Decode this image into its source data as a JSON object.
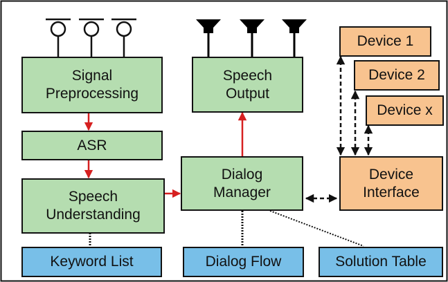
{
  "boxes": {
    "signal_preprocessing": [
      "Signal",
      "Preprocessing"
    ],
    "asr": [
      "ASR"
    ],
    "speech_understanding": [
      "Speech",
      "Understanding"
    ],
    "speech_output": [
      "Speech",
      "Output"
    ],
    "dialog_manager": [
      "Dialog",
      "Manager"
    ],
    "device_1": [
      "Device 1"
    ],
    "device_2": [
      "Device 2"
    ],
    "device_x": [
      "Device x"
    ],
    "device_interface": [
      "Device",
      "Interface"
    ],
    "keyword_list": [
      "Keyword List"
    ],
    "dialog_flow": [
      "Dialog Flow"
    ],
    "solution_table": [
      "Solution Table"
    ]
  },
  "icons": {
    "microphones": 3,
    "loudspeakers": 3
  },
  "colors": {
    "processing_module": "#b5ddb0",
    "device": "#f8c38f",
    "knowledge_base": "#78bfe8",
    "data_flow_arrow": "#d62020",
    "outline": "#111111"
  }
}
